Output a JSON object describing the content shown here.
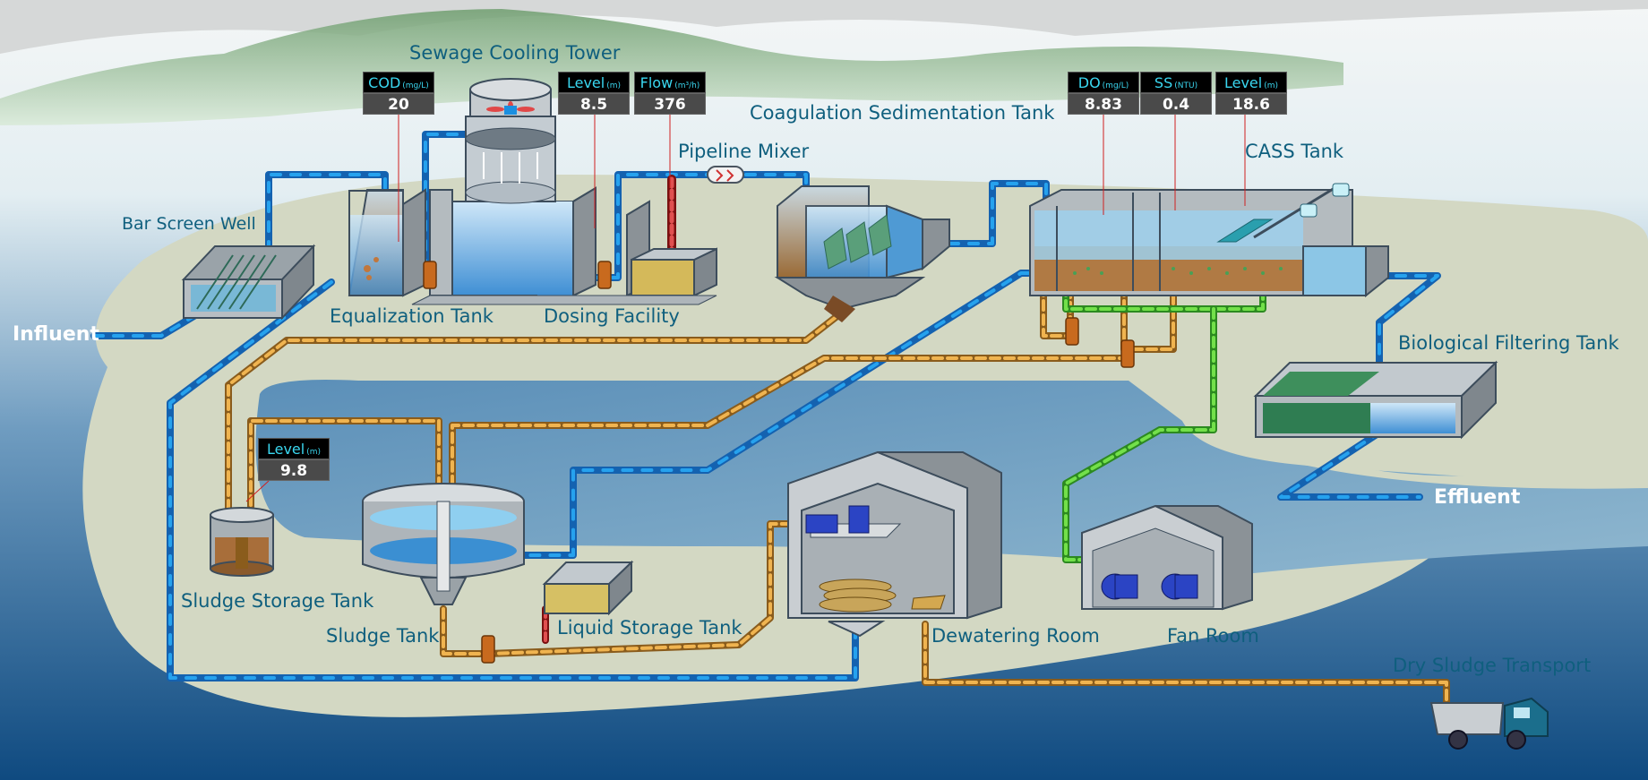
{
  "labels": {
    "influent": "Influent",
    "bar_screen_well": "Bar Screen Well",
    "equalization_tank": "Equalization Tank",
    "sewage_cooling_tower": "Sewage Cooling Tower",
    "dosing_facility": "Dosing Facility",
    "pipeline_mixer": "Pipeline Mixer",
    "coagulation_sedimentation_tank": "Coagulation Sedimentation Tank",
    "cass_tank": "CASS Tank",
    "biological_filtering_tank": "Biological Filtering Tank",
    "effluent": "Effluent",
    "sludge_storage_tank": "Sludge Storage Tank",
    "sludge_tank": "Sludge Tank",
    "liquid_storage_tank": "Liquid Storage Tank",
    "dewatering_room": "Dewatering Room",
    "fan_room": "Fan Room",
    "dry_sludge_transport": "Dry Sludge Transport"
  },
  "meters": {
    "cod": {
      "name": "COD",
      "unit": "(mg/L)",
      "value": "20"
    },
    "level_1": {
      "name": "Level",
      "unit": "(m)",
      "value": "8.5"
    },
    "flow": {
      "name": "Flow",
      "unit": "(m³/h)",
      "value": "376"
    },
    "do": {
      "name": "DO",
      "unit": "(mg/L)",
      "value": "8.83"
    },
    "ss": {
      "name": "SS",
      "unit": "(NTU)",
      "value": "0.4"
    },
    "level_2": {
      "name": "Level",
      "unit": "(m)",
      "value": "18.6"
    },
    "level_sludge": {
      "name": "Level",
      "unit": "(m)",
      "value": "9.8"
    }
  },
  "colors": {
    "water_pipe": "#1a8fe0",
    "sludge_pipe": "#e8a640",
    "air_pipe": "#49c936",
    "chemical_pipe": "#c0282d",
    "ground": "#d4d9c4",
    "lake": "#6a9ec0",
    "sky_top": "#e8eaea",
    "hill": "#7ea77a"
  }
}
